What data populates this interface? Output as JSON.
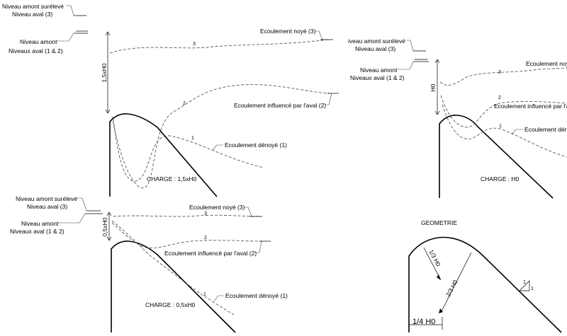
{
  "labels": {
    "niveau_amont_sureleve": "Niveau amont surélevé",
    "niveau_aval_3": "Niveau aval (3)",
    "niveau_amont": "Niveau amont",
    "niveaux_aval_12": "Niveaux aval (1 & 2)",
    "ecoulement_noye": "Ecoulement noyé (3)",
    "ecoulement_noye_cut": "Ecoulement noy",
    "ecoulement_influence": "Ecoulement influencé par l'aval (2)",
    "ecoulement_influence_cut": "Ecoulement influencé par l'av",
    "ecoulement_denoye": "Ecoulement dénoyé (1)",
    "ecoulement_denoye_cut": "Ecoulement déno",
    "iveau_amont_sureleve_cut": "iveau amont surélevé"
  },
  "curve_numbers": {
    "one": "1",
    "two": "2",
    "three": "3"
  },
  "panels": {
    "p1": {
      "dimension": "1,5xH0",
      "charge": "CHARGE : 1,5xH0"
    },
    "p2": {
      "dimension": "0,5xH0",
      "charge": "CHARGE : 0,5xH0"
    },
    "p3": {
      "dimension": "H0",
      "charge": "CHARGE : H0"
    },
    "geometry": {
      "title": "GEOMETRIE",
      "dim_a": "1/3 H0",
      "dim_b": "2/3 H0",
      "dim_c": "1/4 H0",
      "slope_v": "1",
      "slope_h": "1"
    }
  }
}
